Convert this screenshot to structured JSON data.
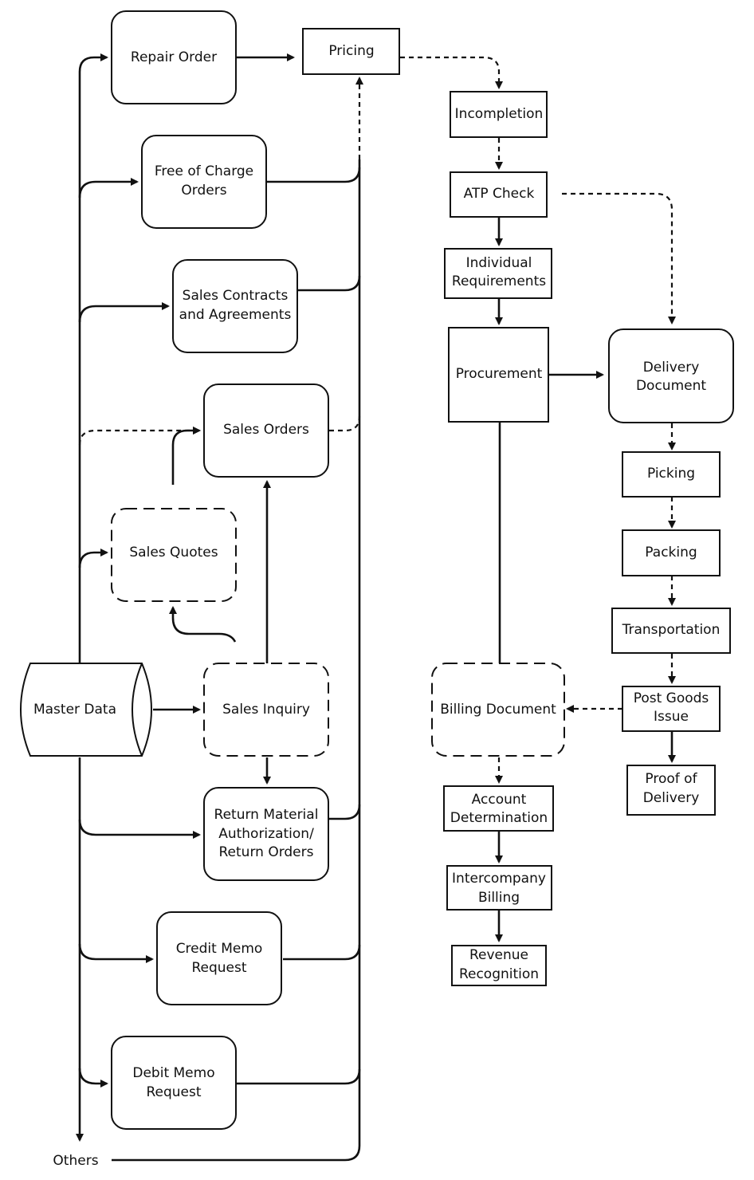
{
  "nodes": {
    "repair_order": "Repair Order",
    "pricing": "Pricing",
    "incompletion": "Incompletion",
    "atp_check": "ATP Check",
    "individual_requirements": [
      "Individual",
      "Requirements"
    ],
    "procurement": "Procurement",
    "delivery_document": [
      "Delivery",
      "Document"
    ],
    "free_of_charge_orders": [
      "Free of Charge",
      "Orders"
    ],
    "sales_contracts": [
      "Sales Contracts",
      "and Agreements"
    ],
    "sales_orders": "Sales Orders",
    "sales_quotes": "Sales Quotes",
    "picking": "Picking",
    "packing": "Packing",
    "transportation": "Transportation",
    "master_data": "Master Data",
    "sales_inquiry": "Sales Inquiry",
    "billing_document": "Billing Document",
    "post_goods_issue": [
      "Post Goods",
      "Issue"
    ],
    "proof_of_delivery": [
      "Proof of",
      "Delivery"
    ],
    "return_material": [
      "Return Material",
      "Authorization/",
      "Return Orders"
    ],
    "account_determination": [
      "Account",
      "Determination"
    ],
    "intercompany_billing": [
      "Intercompany",
      "Billing"
    ],
    "revenue_recognition": [
      "Revenue",
      "Recognition"
    ],
    "credit_memo_request": [
      "Credit Memo",
      "Request"
    ],
    "debit_memo_request": [
      "Debit Memo",
      "Request"
    ],
    "others": "Others"
  }
}
